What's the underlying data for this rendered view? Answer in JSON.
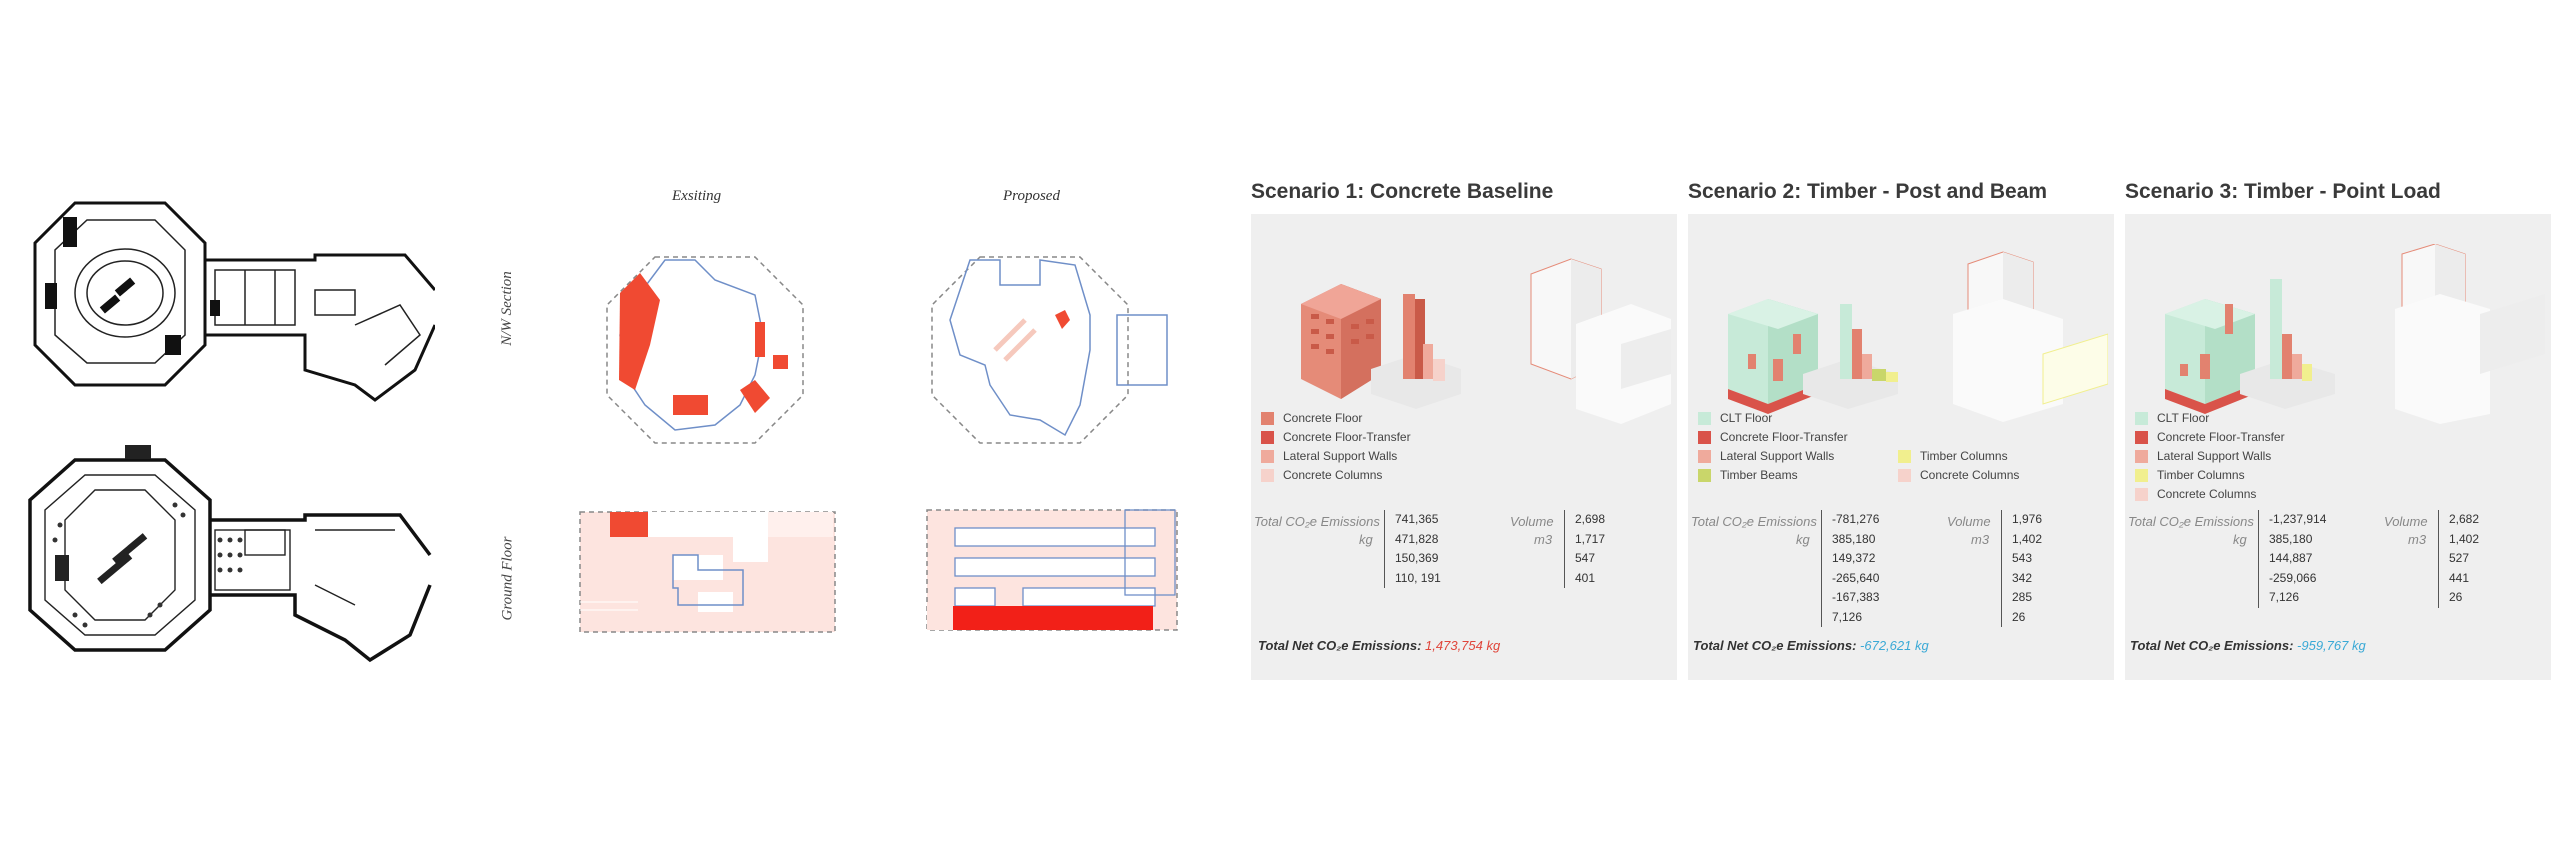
{
  "diagram": {
    "col_existing": "Exsiting",
    "col_proposed": "Proposed",
    "row_section": "N/W Section",
    "row_ground": "Ground Floor"
  },
  "scenarios": [
    {
      "title": "Scenario 1: Concrete Baseline",
      "legend": [
        {
          "label": "Concrete Floor",
          "color": "#e2826f"
        },
        {
          "label": "Concrete Floor-Transfer",
          "color": "#d9534a"
        },
        {
          "label": "Lateral Support Walls",
          "color": "#efaa9c"
        },
        {
          "label": "Concrete Columns",
          "color": "#f6d2cb"
        }
      ],
      "legend2": [],
      "emissions_label": "Total CO₂e Emissions",
      "emissions_unit": "kg",
      "emissions": [
        "741,365",
        "471,828",
        "150,369",
        "110, 191"
      ],
      "volume_label": "Volume",
      "volume_unit": "m3",
      "volume": [
        "2,698",
        "1,717",
        "547",
        "401"
      ],
      "total_label": "Total Net CO₂e Emissions:",
      "total_value": "1,473,754 kg",
      "total_color": "#e0453a"
    },
    {
      "title": "Scenario 2: Timber - Post and Beam",
      "legend": [
        {
          "label": "CLT Floor",
          "color": "#c7ead8"
        },
        {
          "label": "Concrete Floor-Transfer",
          "color": "#d9534a"
        },
        {
          "label": "Lateral Support Walls",
          "color": "#efaa9c"
        },
        {
          "label": "Timber Beams",
          "color": "#c9d66a"
        }
      ],
      "legend2": [
        {
          "label": "Timber Columns",
          "color": "#f1ef8e"
        },
        {
          "label": "Concrete Columns",
          "color": "#f6d2cb"
        }
      ],
      "emissions_label": "Total CO₂e Emissions",
      "emissions_unit": "kg",
      "emissions": [
        "-781,276",
        "385,180",
        "149,372",
        "-265,640",
        "-167,383",
        "7,126"
      ],
      "volume_label": "Volume",
      "volume_unit": "m3",
      "volume": [
        "1,976",
        "1,402",
        "543",
        "342",
        "285",
        "26"
      ],
      "total_label": "Total Net CO₂e Emissions:",
      "total_value": "-672,621 kg",
      "total_color": "#3aa9d6"
    },
    {
      "title": "Scenario 3: Timber - Point Load",
      "legend": [
        {
          "label": "CLT Floor",
          "color": "#c7ead8"
        },
        {
          "label": "Concrete Floor-Transfer",
          "color": "#d9534a"
        },
        {
          "label": "Lateral Support Walls",
          "color": "#efaa9c"
        },
        {
          "label": "Timber Columns",
          "color": "#f1ef8e"
        },
        {
          "label": "Concrete Columns",
          "color": "#f6d2cb"
        }
      ],
      "legend2": [],
      "emissions_label": "Total CO₂e Emissions",
      "emissions_unit": "kg",
      "emissions": [
        "-1,237,914",
        "385,180",
        "144,887",
        "-259,066",
        "7,126"
      ],
      "volume_label": "Volume",
      "volume_unit": "m3",
      "volume": [
        "2,682",
        "1,402",
        "527",
        "441",
        "26"
      ],
      "total_label": "Total Net CO₂e Emissions:",
      "total_value": "-959,767 kg",
      "total_color": "#3aa9d6"
    }
  ]
}
